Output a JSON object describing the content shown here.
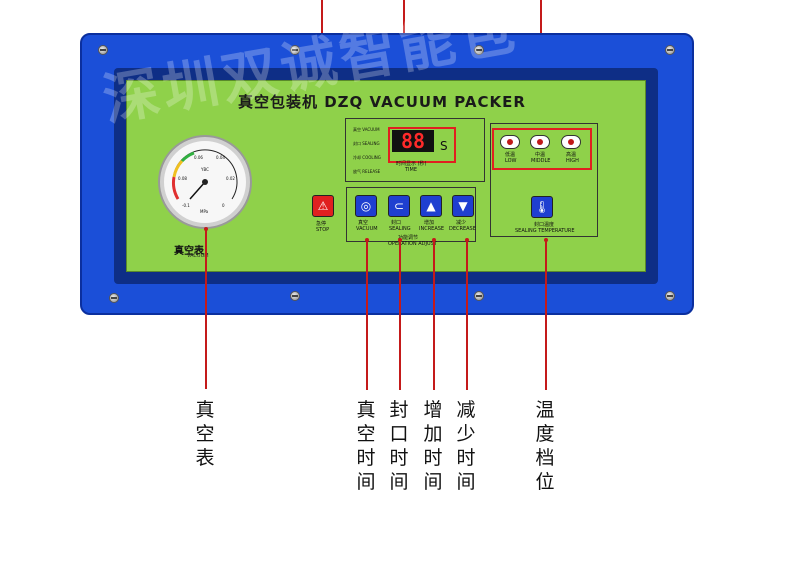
{
  "header": {
    "title": "真空包装机 DZQ VACUUM PACKER",
    "watermark": "深圳双诚智能包"
  },
  "gauge": {
    "label": "真空表",
    "sublabel": "VACUUM",
    "unit": "MPa",
    "ticks": [
      "0.06",
      "0.04",
      "0.08",
      "0.02",
      "-0.1",
      "0"
    ],
    "brand": "YBC"
  },
  "stop": {
    "label_cn": "急停",
    "label_en": "STOP"
  },
  "display": {
    "digits": "88",
    "unit": "S",
    "label": "时间显示 (秒)",
    "label_en": "TIME",
    "indicators": [
      "真空 VACUUM",
      "封口 SEALING",
      "冷却 COOLING",
      "放气 RELEASE"
    ]
  },
  "buttons": {
    "vacuum": {
      "cn": "真空",
      "en": "VACUUM"
    },
    "sealing": {
      "cn": "封口",
      "en": "SEALING"
    },
    "increase": {
      "cn": "增加",
      "en": "INCREASE"
    },
    "decrease": {
      "cn": "减少",
      "en": "DECREASE"
    },
    "group_cn": "功能调节",
    "group_en": "OPERATION ADJUST"
  },
  "temperature": {
    "levels": [
      {
        "cn": "低温",
        "en": "LOW"
      },
      {
        "cn": "中温",
        "en": "MIDDLE"
      },
      {
        "cn": "高温",
        "en": "HIGH"
      }
    ],
    "button_cn": "封口温度",
    "button_en": "SEALING TEMPERATURE"
  },
  "callouts": {
    "vacuum_gauge": "真空表",
    "vacuum_time": "真空时间",
    "sealing_time": "封口时间",
    "increase_time": "增加时间",
    "decrease_time": "减少时间",
    "temp_level": "温度档位"
  },
  "colors": {
    "frame": "#1b4fd8",
    "panel": "#8fd14a",
    "callout": "#c41a1a"
  }
}
